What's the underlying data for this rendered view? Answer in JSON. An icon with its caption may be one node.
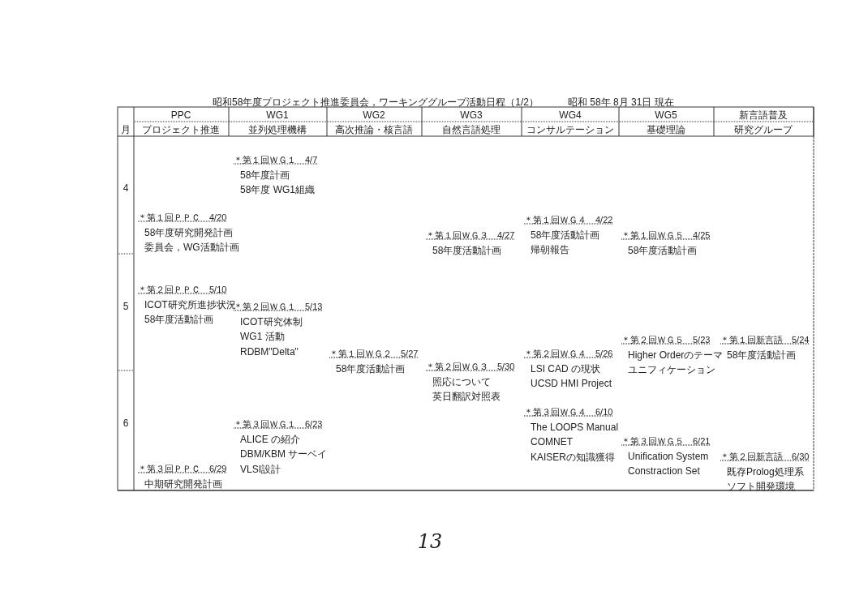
{
  "diagram": {
    "title": "昭和58年度プロジェクト推進委員会，ワーキンググループ活動日程（1/2）",
    "labels": [
      "昭和 58年 8月 31日 現在",
      "月",
      "PPC",
      "プロジェクト推進",
      "WG1",
      "並列処理機構",
      "WG2",
      "高次推論・核言語",
      "WG3",
      "自然言語処理",
      "WG4",
      "コンサルテーション",
      "WG5",
      "基礎理論",
      "新言語普及",
      "研究グループ",
      "4",
      "5",
      "6",
      "＊第１回ＷＧ１　4/7",
      "58年度計画",
      "58年度 WG1組織",
      "＊第１回ＰＰＣ　4/20",
      "58年度研究開発計画",
      "委員会，WG活動計画",
      "＊第１回ＷＧ４　4/22",
      "58年度活動計画",
      "帰朝報告",
      "＊第１回ＷＧ３　4/27",
      "58年度活動計画",
      "＊第１回ＷＧ５　4/25",
      "58年度活動計画",
      "＊第２回ＰＰＣ　5/10",
      "ICOT研究所進捗状況",
      "58年度活動計画",
      "＊第２回ＷＧ１　5/13",
      "ICOT研究体制",
      "WG1 活動",
      "RDBM\"Delta\"",
      "＊第２回ＷＧ５　5/23",
      "Higher Orderのテーマ",
      "ユニフィケーション",
      "＊第１回新言語　5/24",
      "58年度活動計画",
      "＊第１回ＷＧ２　5/27",
      "58年度活動計画",
      "＊第２回ＷＧ４　5/26",
      "LSI CAD の現状",
      "UCSD HMI Project",
      "＊第２回ＷＧ３　5/30",
      "照応について",
      "英日翻訳対照表",
      "＊第３回ＷＧ４　6/10",
      "The LOOPS Manual",
      "COMNET",
      "KAISERの知識獲得",
      "＊第３回ＷＧ１　6/23",
      "ALICE の紹介",
      "DBM/KBM サーベイ",
      "VLSI設計",
      "＊第３回ＷＧ５　6/21",
      "Unification System",
      "Constraction Set",
      "＊第２回新言語　6/30",
      "既存Prolog処理系",
      "ソフト開発環境",
      "＊第３回ＰＰＣ　6/29",
      "中期研究開発計画",
      "13"
    ]
  }
}
